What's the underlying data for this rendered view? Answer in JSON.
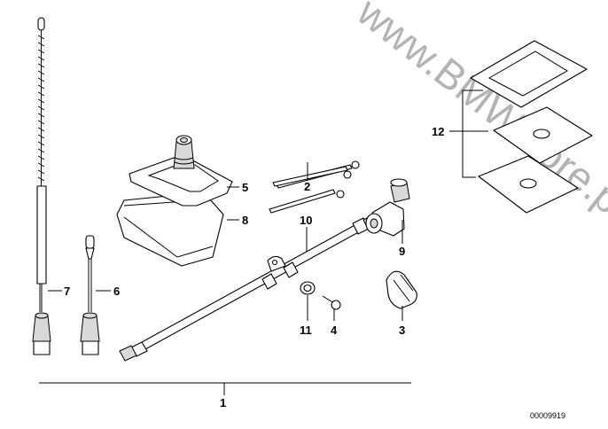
{
  "diagram": {
    "watermark": "www.BMWstore.pl",
    "reference_number": "00009919",
    "callouts": [
      {
        "id": "1",
        "part": "antenna-set-assembly"
      },
      {
        "id": "2",
        "part": "cable-ties"
      },
      {
        "id": "3",
        "part": "clip"
      },
      {
        "id": "4",
        "part": "screw"
      },
      {
        "id": "5",
        "part": "rubber-boot"
      },
      {
        "id": "6",
        "part": "short-rod-antenna"
      },
      {
        "id": "7",
        "part": "long-rod-antenna"
      },
      {
        "id": "8",
        "part": "base-pad"
      },
      {
        "id": "9",
        "part": "angle-connector"
      },
      {
        "id": "10",
        "part": "antenna-cable"
      },
      {
        "id": "11",
        "part": "washer"
      },
      {
        "id": "12",
        "part": "adhesive-pads"
      }
    ]
  }
}
